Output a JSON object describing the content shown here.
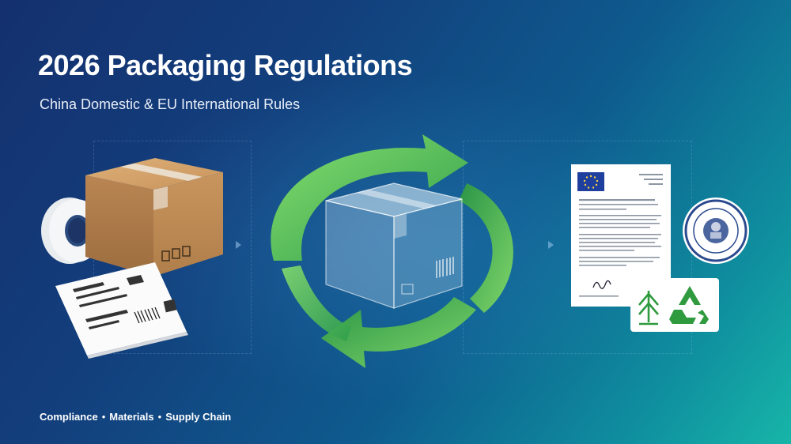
{
  "header": {
    "title": "2026 Packaging Regulations",
    "subtitle": "China Domestic & EU International Rules"
  },
  "footer": {
    "items": [
      "Compliance",
      "Materials",
      "Supply Chain"
    ],
    "separator": "•"
  },
  "colors": {
    "accent_green": "#3fb04a",
    "light_green": "#7fd66a",
    "cardboard": "#c9955e",
    "background_start": "#14306e",
    "background_end": "#17b5a8"
  },
  "icons": [
    "cardboard-box-icon",
    "tape-roll-icon",
    "shipping-label-icon",
    "recycle-cycle-icon",
    "transparent-box-icon",
    "eu-document-icon",
    "official-seal-icon",
    "eco-recycle-badge-icon"
  ]
}
